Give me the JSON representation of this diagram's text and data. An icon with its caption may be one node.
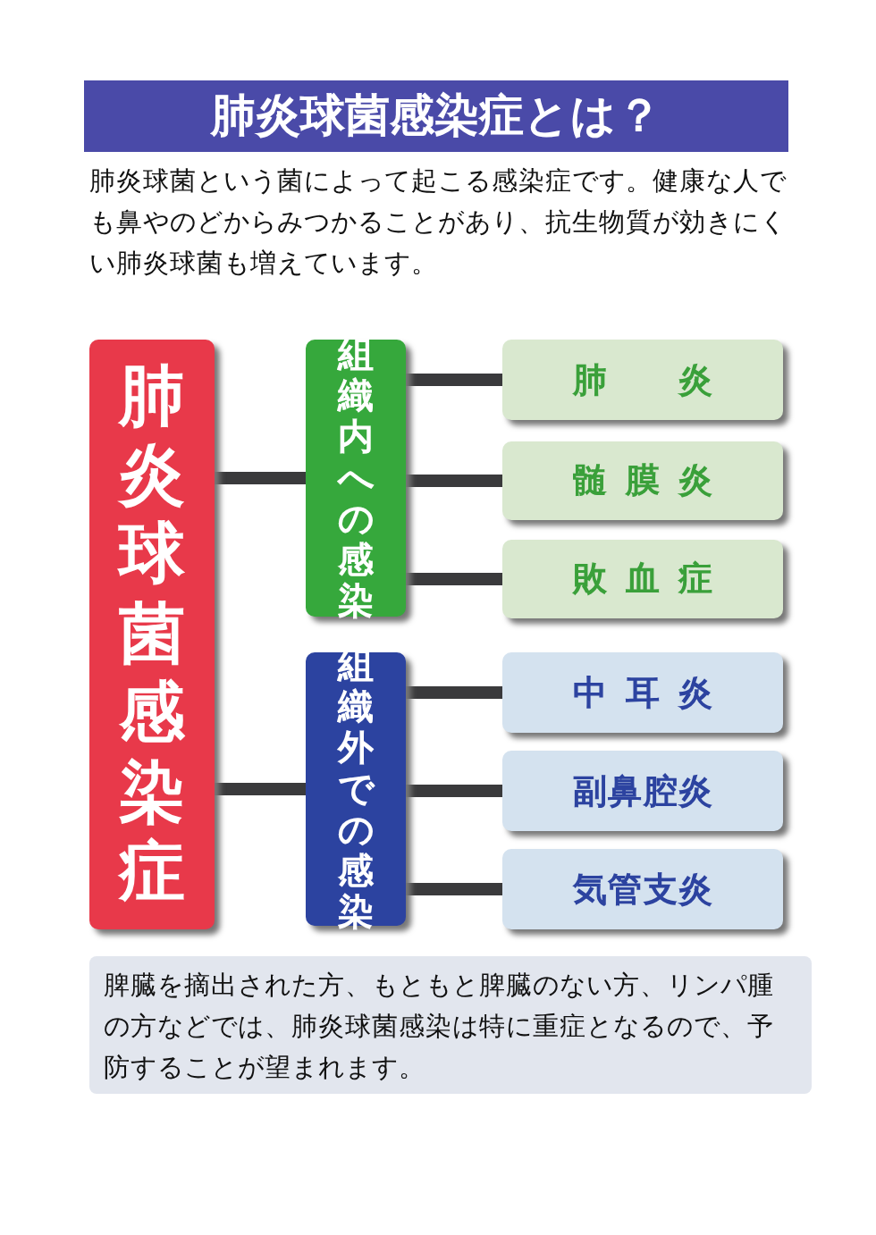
{
  "diagram": {
    "title": "肺炎球菌感染症とは？",
    "nodes": [
      {
        "text": [
          "肺炎球菌感染症"
        ]
      },
      {
        "text": [
          "組織内への感染"
        ]
      },
      {
        "text": [
          "組織外での感染"
        ]
      },
      {
        "text": [
          "肺炎"
        ]
      },
      {
        "text": [
          "髄膜炎"
        ]
      },
      {
        "text": [
          "敗血症"
        ]
      },
      {
        "text": [
          "中耳炎"
        ]
      },
      {
        "text": [
          "副鼻腔炎"
        ]
      },
      {
        "text": [
          "気管支炎"
        ]
      },
      {
        "text": [
          "脾臓を摘出された方、もともと脾臓のない方、リンパ腫の方などでは、肺炎球菌感染は特に重症となるので、予防することが望まれます。"
        ]
      }
    ],
    "edges": [
      {
        "from": 0,
        "to": 1,
        "arrow": "none"
      },
      {
        "from": 0,
        "to": 2,
        "arrow": "none"
      },
      {
        "from": 1,
        "to": 3,
        "arrow": "none"
      },
      {
        "from": 1,
        "to": 4,
        "arrow": "none"
      },
      {
        "from": 1,
        "to": 5,
        "arrow": "none"
      },
      {
        "from": 2,
        "to": 6,
        "arrow": "none"
      },
      {
        "from": 2,
        "to": 7,
        "arrow": "none"
      },
      {
        "from": 2,
        "to": 8,
        "arrow": "none"
      }
    ],
    "labels": [
      "肺炎球菌という菌によって起こる感染症です。健康な人でも鼻やのどからみつかることがあり、抗生物質が効きにくい肺炎球菌も増えています。"
    ]
  }
}
